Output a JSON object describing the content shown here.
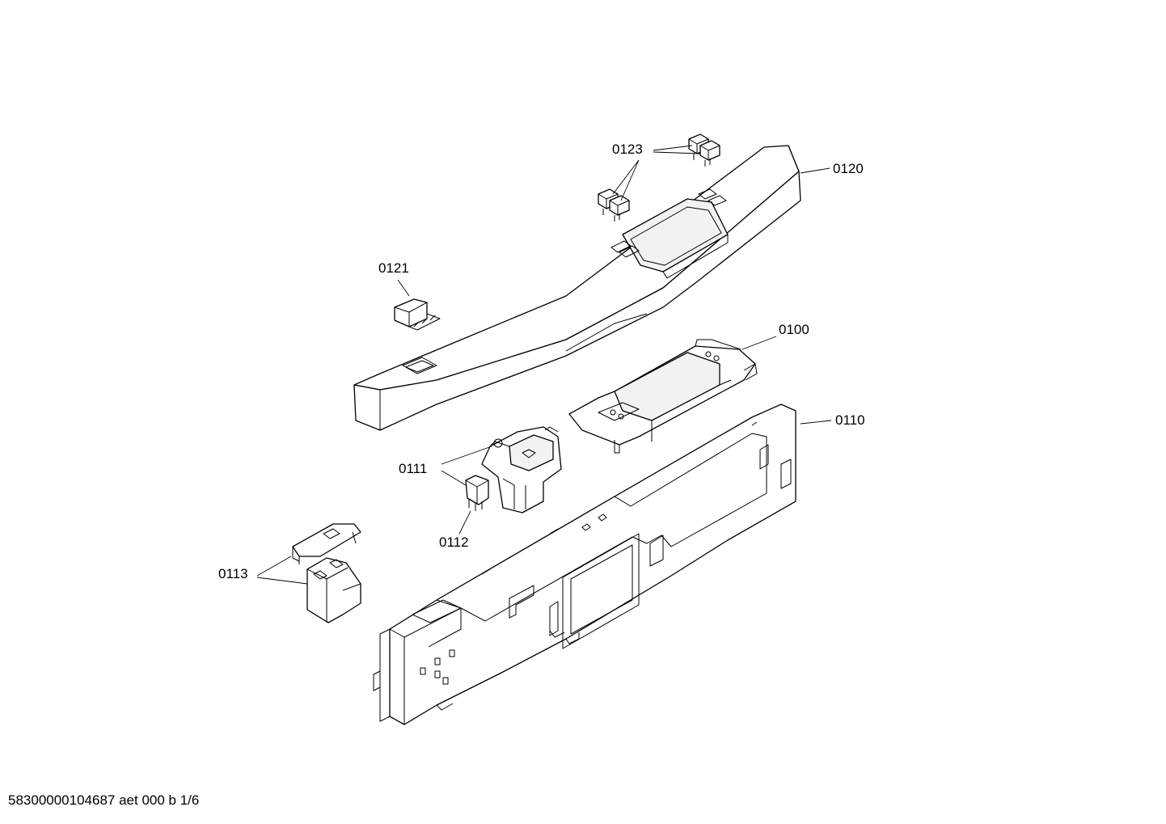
{
  "diagram": {
    "callouts": {
      "c0120": "0120",
      "c0123": "0123",
      "c0121": "0121",
      "c0100": "0100",
      "c0110": "0110",
      "c0111": "0111",
      "c0112": "0112",
      "c0113": "0113"
    }
  },
  "footer": {
    "doc_id": "58300000104687 aet 000 b 1/6"
  }
}
